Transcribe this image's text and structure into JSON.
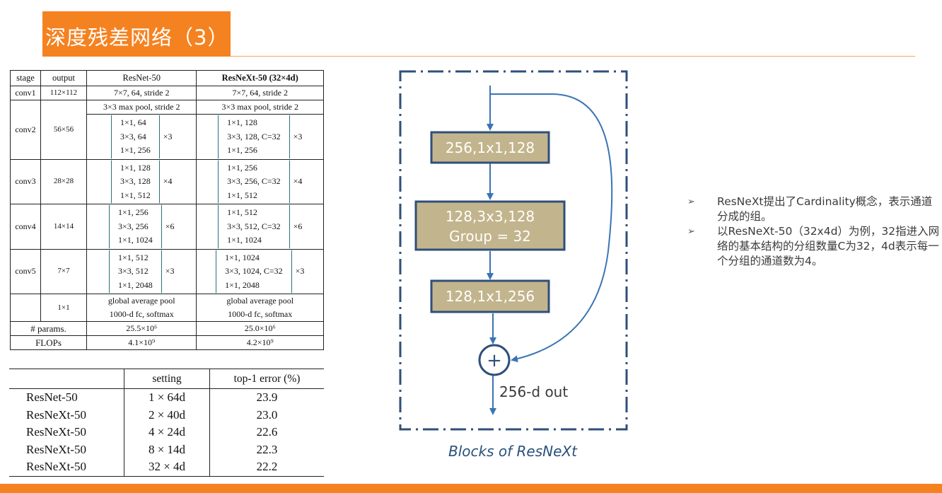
{
  "slide": {
    "title": "深度残差网络（3）"
  },
  "arch_table": {
    "headers": [
      "stage",
      "output",
      "ResNet-50",
      "ResNeXt-50 (32×4d)"
    ],
    "conv1": {
      "stage": "conv1",
      "output": "112×112",
      "resnet": "7×7, 64, stride 2",
      "resnext": "7×7, 64, stride 2"
    },
    "maxpool": {
      "resnet": "3×3 max pool, stride 2",
      "resnext": "3×3 max pool, stride 2"
    },
    "conv2": {
      "stage": "conv2",
      "output": "56×56",
      "resnet": [
        "1×1, 64",
        "3×3, 64",
        "1×1, 256"
      ],
      "resnet_mult": "×3",
      "resnext": [
        "1×1, 128",
        "3×3, 128, C=32",
        "1×1, 256"
      ],
      "resnext_mult": "×3"
    },
    "conv3": {
      "stage": "conv3",
      "output": "28×28",
      "resnet": [
        "1×1, 128",
        "3×3, 128",
        "1×1, 512"
      ],
      "resnet_mult": "×4",
      "resnext": [
        "1×1, 256",
        "3×3, 256, C=32",
        "1×1, 512"
      ],
      "resnext_mult": "×4"
    },
    "conv4": {
      "stage": "conv4",
      "output": "14×14",
      "resnet": [
        "1×1, 256",
        "3×3, 256",
        "1×1, 1024"
      ],
      "resnet_mult": "×6",
      "resnext": [
        "1×1, 512",
        "3×3, 512, C=32",
        "1×1, 1024"
      ],
      "resnext_mult": "×6"
    },
    "conv5": {
      "stage": "conv5",
      "output": "7×7",
      "resnet": [
        "1×1, 512",
        "3×3, 512",
        "1×1, 2048"
      ],
      "resnet_mult": "×3",
      "resnext": [
        "1×1, 1024",
        "3×3, 1024, C=32",
        "1×1, 2048"
      ],
      "resnext_mult": "×3"
    },
    "final": {
      "output": "1×1",
      "resnet": [
        "global average pool",
        "1000-d fc, softmax"
      ],
      "resnext": [
        "global average pool",
        "1000-d fc, softmax"
      ]
    },
    "params": {
      "label": "# params.",
      "resnet": "25.5×10⁶",
      "resnext": "25.0×10⁶"
    },
    "flops": {
      "label": "FLOPs",
      "resnet": "4.1×10⁹",
      "resnext": "4.2×10⁹"
    }
  },
  "error_table": {
    "headers": [
      "",
      "setting",
      "top-1 error (%)"
    ],
    "rows": [
      {
        "name": "ResNet-50",
        "setting": "1 × 64d",
        "error": "23.9"
      },
      {
        "name": "ResNeXt-50",
        "setting": "2 × 40d",
        "error": "23.0"
      },
      {
        "name": "ResNeXt-50",
        "setting": "4 × 24d",
        "error": "22.6"
      },
      {
        "name": "ResNeXt-50",
        "setting": "8 × 14d",
        "error": "22.3"
      },
      {
        "name": "ResNeXt-50",
        "setting": "32 × 4d",
        "error": "22.2"
      }
    ]
  },
  "diagram": {
    "block1": "256,1x1,128",
    "block2_line1": "128,3x3,128",
    "block2_line2": "Group = 32",
    "block3": "128,1x1,256",
    "sum_symbol": "+",
    "output_label": "256-d out",
    "caption": "Blocks of ResNeXt",
    "colors": {
      "block_fill": "#c2b48c",
      "block_border": "#2f4f7a",
      "line": "#3a74b4",
      "frame": "#2f4f7a"
    }
  },
  "bullets": [
    {
      "marker": "➢",
      "text": "ResNeXt提出了Cardinality概念，表示通道分成的组。"
    },
    {
      "marker": "➢",
      "text": "以ResNeXt-50（32x4d）为例，32指进入网络的基本结构的分组数量C为32，4d表示每一个分组的通道数为4。"
    }
  ],
  "colors": {
    "accent": "#f58220",
    "text": "#3b3b3b"
  }
}
